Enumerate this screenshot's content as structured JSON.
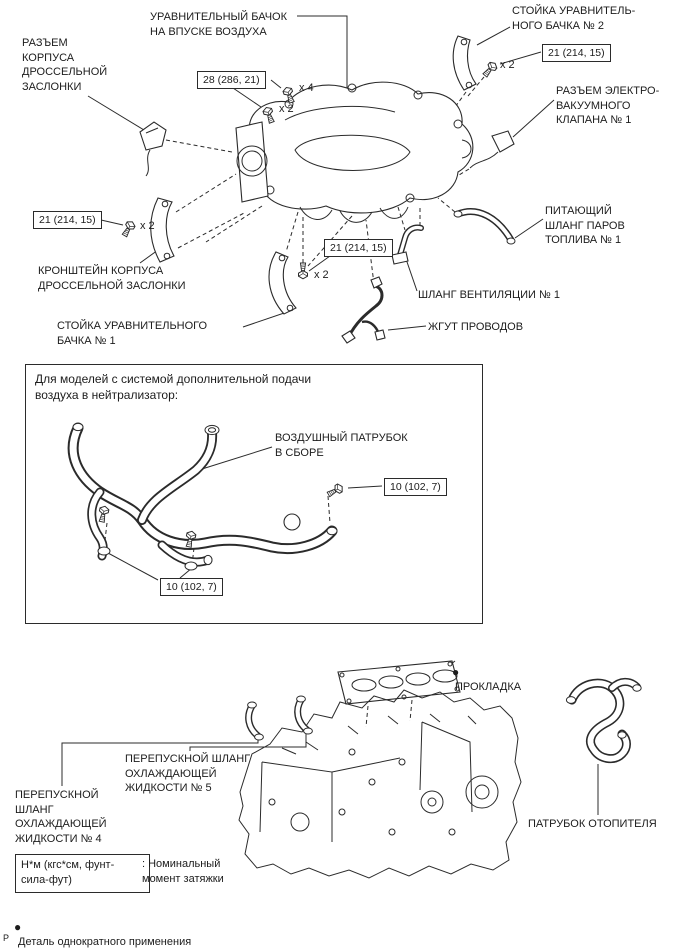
{
  "colors": {
    "ink": "#1c1c1c",
    "line": "#2b2b2b",
    "paper": "#ffffff"
  },
  "marker": "●",
  "top": {
    "labels": {
      "throttle_body_connector": "РАЗЪЕМ\nКОРПУСА\nДРОССЕЛЬНОЙ\nЗАСЛОНКИ",
      "surge_tank": "УРАВНИТЕЛЬНЫЙ БАЧОК\nНА ВПУСКЕ ВОЗДУХА",
      "stay_2": "СТОЙКА УРАВНИТЕЛЬ-\nНОГО БАЧКА № 2",
      "evac_valve_connector": "РАЗЪЕМ ЭЛЕКТРО-\nВАКУУМНОГО\nКЛАПАНА № 1",
      "fuel_vapor_hose": "ПИТАЮЩИЙ\nШЛАНГ ПАРОВ\nТОПЛИВА № 1",
      "throttle_body_bracket": "КРОНШТЕЙН КОРПУСА\nДРОССЕЛЬНОЙ ЗАСЛОНКИ",
      "vent_hose": "ШЛАНГ ВЕНТИЛЯЦИИ № 1",
      "stay_1": "СТОЙКА УРАВНИТЕЛЬНОГО\nБАЧКА № 1",
      "wire_harness": "ЖГУТ ПРОВОДОВ"
    },
    "torque_28": "28 (286, 21)",
    "torque_21": "21 (214, 15)",
    "count_x2": "x 2",
    "count_x4": "x 4"
  },
  "middle": {
    "note": "Для моделей с системой дополнительной подачи\nвоздуха в нейтрализатор:",
    "air_tube": "ВОЗДУШНЫЙ ПАТРУБОК\nВ СБОРЕ",
    "torque_10": "10 (102, 7)"
  },
  "bottom": {
    "gasket": "ПРОКЛАДКА",
    "bypass_hose_5": "ПЕРЕПУСКНОЙ ШЛАНГ\nОХЛАЖДАЮЩЕЙ\nЖИДКОСТИ № 5",
    "bypass_hose_4": "ПЕРЕПУСКНОЙ\nШЛАНГ\nОХЛАЖДАЮЩЕЙ\nЖИДКОСТИ № 4",
    "heater_pipe": "ПАТРУБОК ОТОПИТЕЛЯ",
    "legend_units": "Н*м (кгс*см, фунт-\nсила-фут)",
    "legend_meaning": ": Номинальный\nмомент затяжки",
    "single_use_note": "Деталь однократного применения",
    "page_mark": "P"
  }
}
